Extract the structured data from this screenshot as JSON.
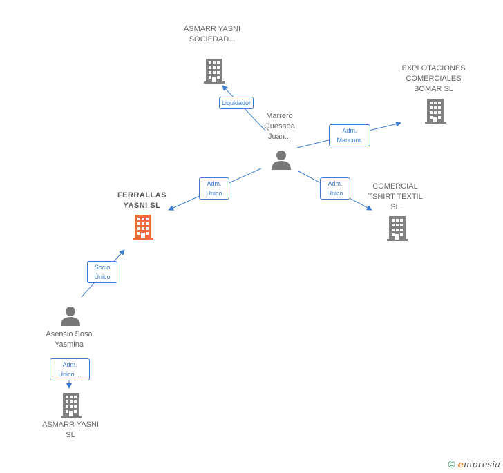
{
  "nodes": {
    "asmarr_sociedad": "ASMARR YASNI SOCIEDAD...",
    "explotaciones": "EXPLOTACIONES COMERCIALES BOMAR SL",
    "marrero": "Marrero Quesada Juan...",
    "comercial_tshirt": "COMERCIAL TSHIRT TEXTIL SL",
    "ferrallas": "FERRALLAS YASNI SL",
    "asensio": "Asensio Sosa Yasmina",
    "asmarr_sl": "ASMARR YASNI SL"
  },
  "relations": {
    "liquidador": "Liquidador",
    "adm_mancom": "Adm. Mancom.",
    "adm_unico_ferrallas": "Adm. Unico",
    "adm_unico_comercial": "Adm. Unico",
    "socio_unico": "Socio Único",
    "adm_unico_asmarr": "Adm. Unico,..."
  },
  "footer": {
    "copyright_symbol": "©",
    "brand_initial": "e",
    "brand_rest": "mpresia"
  },
  "colors": {
    "building": "#808080",
    "building_highlight": "#f26a3d",
    "person": "#777777",
    "edge": "#3b7bd0"
  },
  "icons": {
    "company": "building-icon",
    "person": "person-icon"
  }
}
